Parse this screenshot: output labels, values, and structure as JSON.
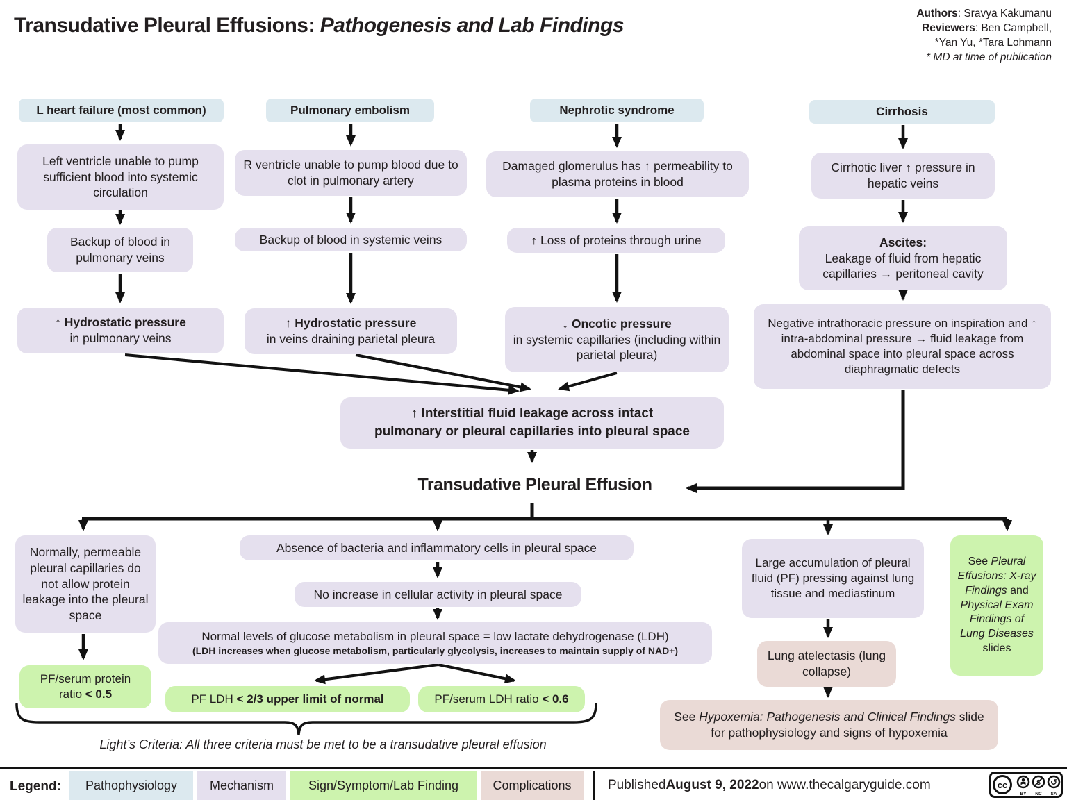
{
  "title": {
    "main": "Transudative Pleural Effusions: ",
    "italic": "Pathogenesis and Lab Findings"
  },
  "credits": {
    "authors_label": "Authors",
    "authors_rest": ": Sravya Kakumanu",
    "reviewers_label": "Reviewers",
    "reviewers_rest": ": Ben Campbell,",
    "reviewers_line2": "*Yan Yu, *Tara Lohmann",
    "footnote": "* MD at time of publication"
  },
  "columns": [
    {
      "header": "L heart failure (most common)",
      "box1": "Left ventricle unable to pump sufficient blood into systemic circulation",
      "box2": "Backup of blood in pulmonary veins",
      "box3_bold": "↑ Hydrostatic pressure",
      "box3_rest": "in pulmonary veins"
    },
    {
      "header": "Pulmonary embolism",
      "box1": "R ventricle unable to pump blood due to clot in pulmonary artery",
      "box2": "Backup of blood in systemic veins",
      "box3_bold": "↑ Hydrostatic pressure",
      "box3_rest": "in veins draining parietal pleura"
    },
    {
      "header": "Nephrotic syndrome",
      "box1": "Damaged glomerulus has ↑ permeability to plasma proteins in blood",
      "box2": "↑ Loss of proteins through urine",
      "box3_bold": "↓ Oncotic pressure",
      "box3_rest": "in systemic capillaries (including within parietal pleura)"
    },
    {
      "header": "Cirrhosis",
      "box1": "Cirrhotic liver ↑ pressure in hepatic veins",
      "box2_bold": "Ascites:",
      "box2_rest": "Leakage of fluid from hepatic capillaries → peritoneal cavity",
      "box3": "Negative intrathoracic pressure on inspiration and ↑ intra-abdominal pressure → fluid leakage from abdominal space into pleural space across diaphragmatic defects"
    }
  ],
  "middle": {
    "interstitial_l1": "↑ Interstitial fluid leakage across intact",
    "interstitial_l2": "pulmonary or pleural capillaries into pleural space",
    "effusion_title": "Transudative Pleural Effusion"
  },
  "findings": {
    "normally": "Normally, permeable pleural capillaries do not allow protein leakage into the pleural space",
    "pf_protein_pre": "PF/serum protein ratio ",
    "pf_protein_bold": "< 0.5",
    "absence": "Absence of bacteria and inflammatory cells in pleural space",
    "no_increase": "No increase in cellular activity in pleural space",
    "glucose_main": "Normal levels of glucose metabolism in pleural space = low lactate dehydrogenase (LDH)",
    "glucose_sub": "(LDH increases when glucose metabolism, particularly glycolysis, increases to maintain supply of NAD+)",
    "pf_ldh_pre": "PF LDH ",
    "pf_ldh_bold": "< 2/3 upper limit of normal",
    "pf_serum_ldh_pre": "PF/serum LDH ratio ",
    "pf_serum_ldh_bold": "< 0.6",
    "lights_criteria": "Light’s Criteria: All three criteria must be met to be a transudative pleural effusion"
  },
  "complications": {
    "large_accum": "Large accumulation of pleural fluid (PF) pressing against lung tissue and mediastinum",
    "atelectasis": "Lung atelectasis (lung collapse)",
    "hypoxemia_pre": "See ",
    "hypoxemia_italic": "Hypoxemia: Pathogenesis and Clinical Findings",
    "hypoxemia_rest": " slide for pathophysiology and signs of hypoxemia",
    "xray_pre": "See ",
    "xray_italic1": "Pleural Effusions: X-ray Findings",
    "xray_mid": " and ",
    "xray_italic2": "Physical Exam Findings of Lung Diseases",
    "xray_post": " slides"
  },
  "legend": {
    "label": "Legend:",
    "items": [
      {
        "label": "Pathophysiology"
      },
      {
        "label": "Mechanism"
      },
      {
        "label": "Sign/Symptom/Lab Finding"
      },
      {
        "label": "Complications"
      }
    ],
    "published_pre": "Published ",
    "published_date": "August 9, 2022",
    "published_post": " on www.thecalgaryguide.com",
    "license_icons": [
      "cc-icon",
      "by-icon",
      "nc-icon",
      "sa-icon"
    ],
    "license_labels": [
      "BY",
      "NC",
      "SA"
    ]
  },
  "colors": {
    "pathophysiology": "#dce9ef",
    "mechanism": "#e5e0ee",
    "finding": "#cdf3ae",
    "complication": "#eadad6",
    "ink": "#121212"
  }
}
